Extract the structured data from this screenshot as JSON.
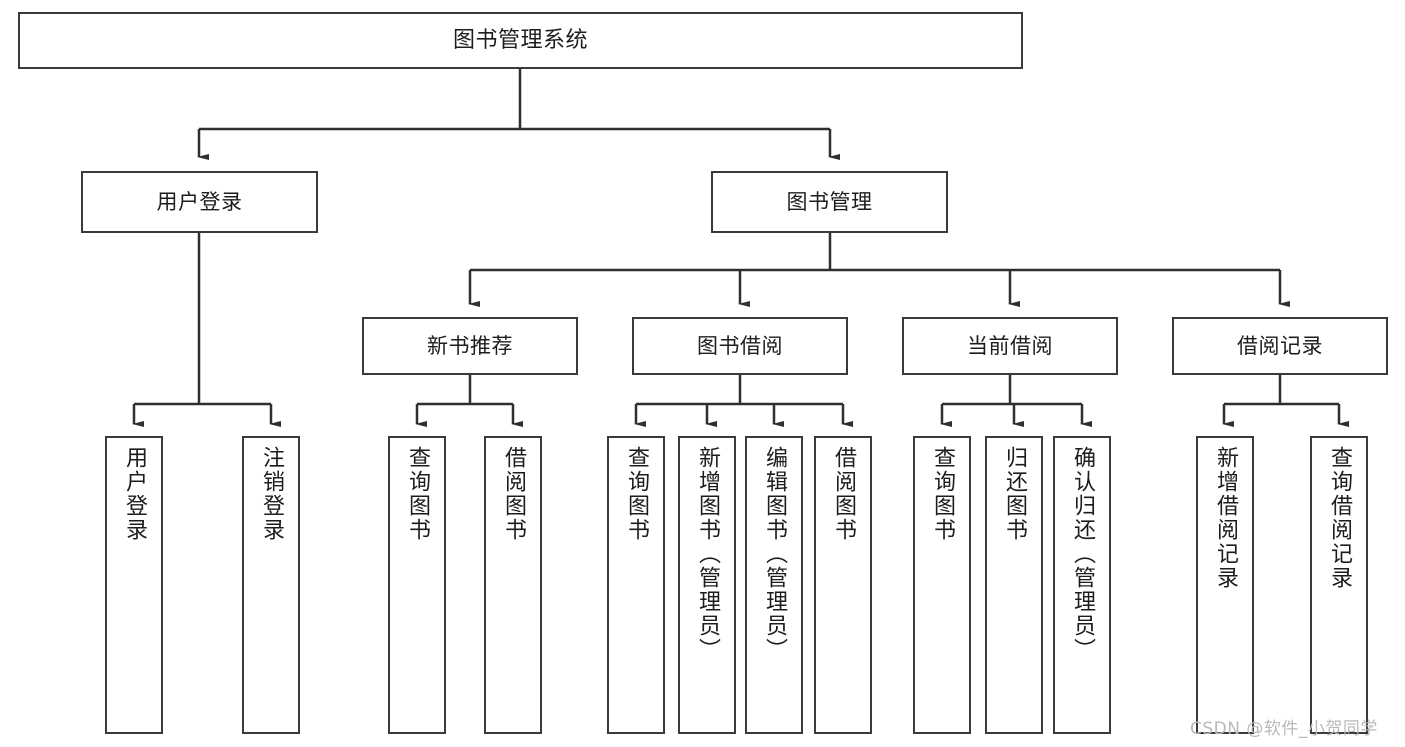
{
  "diagram": {
    "type": "tree-hierarchy",
    "title": "图书管理系统",
    "root": {
      "label": "图书管理系统"
    },
    "level2": [
      {
        "label": "用户登录"
      },
      {
        "label": "图书管理"
      }
    ],
    "level3": [
      {
        "label": "新书推荐"
      },
      {
        "label": "图书借阅"
      },
      {
        "label": "当前借阅"
      },
      {
        "label": "借阅记录"
      }
    ],
    "leaves": {
      "user_login": [
        {
          "label": "用户登录"
        },
        {
          "label": "注销登录"
        }
      ],
      "new_book_recommend": [
        {
          "label": "查询图书"
        },
        {
          "label": "借阅图书"
        }
      ],
      "book_borrow": [
        {
          "label": "查询图书"
        },
        {
          "label": "新增图书（管理员）"
        },
        {
          "label": "编辑图书（管理员）"
        },
        {
          "label": "借阅图书"
        }
      ],
      "current_borrow": [
        {
          "label": "查询图书"
        },
        {
          "label": "归还图书"
        },
        {
          "label": "确认归还（管理员）"
        }
      ],
      "borrow_record": [
        {
          "label": "新增借阅记录"
        },
        {
          "label": "查询借阅记录"
        }
      ]
    }
  },
  "watermark": {
    "text": "CSDN @软件_小贺同学"
  },
  "colors": {
    "box_border": "#3a3a3a",
    "box_fill": "#ffffff",
    "line": "#2f2f2f",
    "text": "#1d1d1d",
    "watermark": "#b9b9b9"
  }
}
